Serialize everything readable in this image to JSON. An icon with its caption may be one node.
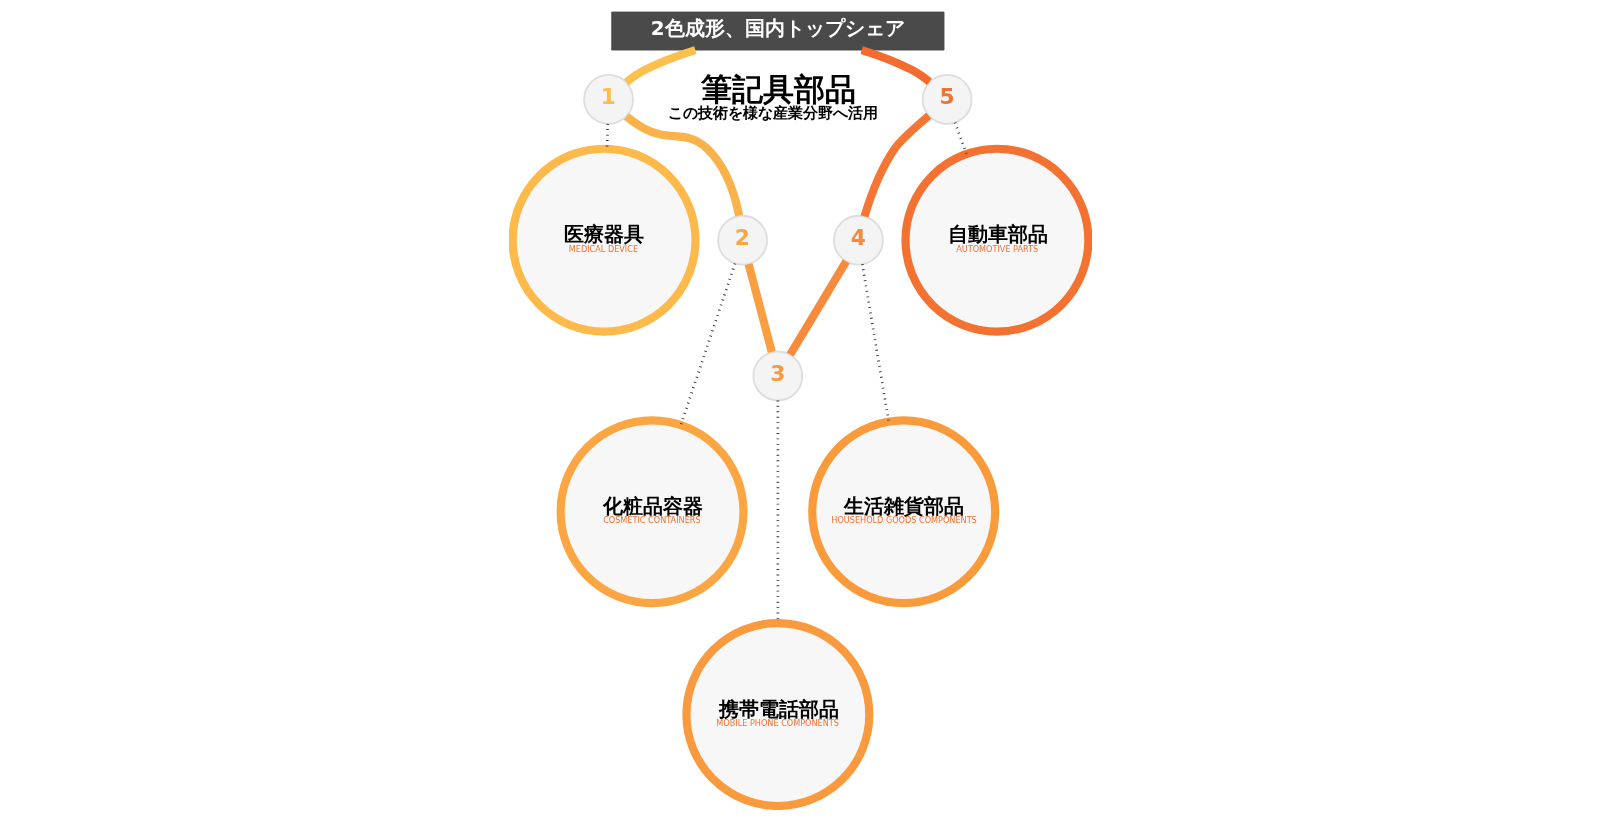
{
  "diagram": {
    "nodes": [
      {
        "text": [
          "2色成形、国内トップシェア"
        ]
      },
      {
        "text": [
          "筆記具部品",
          "この技術を様な産業分野へ活用"
        ]
      },
      {
        "text": [
          "1"
        ]
      },
      {
        "text": [
          "2"
        ]
      },
      {
        "text": [
          "3"
        ]
      },
      {
        "text": [
          "4"
        ]
      },
      {
        "text": [
          "5"
        ]
      },
      {
        "text": [
          "医療器具",
          "MEDICAL DEVICE"
        ]
      },
      {
        "text": [
          "化粧品容器",
          "COSMETIC CONTAINERS"
        ]
      },
      {
        "text": [
          "携帯電話部品",
          "MOBILE PHONE COMPONENTS"
        ]
      },
      {
        "text": [
          "生活雑貨部品",
          "HOUSEHOLD GOODS COMPONENTS"
        ]
      },
      {
        "text": [
          "自動車部品",
          "AUTOMOTIVE PARTS"
        ]
      }
    ],
    "edges": [
      {
        "from": 0,
        "to": 2,
        "arrow": "none",
        "color": "#fcc04f"
      },
      {
        "from": 2,
        "to": 3,
        "arrow": "none",
        "color": "#fbb24a"
      },
      {
        "from": 3,
        "to": 4,
        "arrow": "none",
        "color": "#fa9e42"
      },
      {
        "from": 5,
        "to": 4,
        "arrow": "none",
        "color": "#f88a3b"
      },
      {
        "from": 6,
        "to": 5,
        "arrow": "none",
        "color": "#f57633"
      },
      {
        "from": 0,
        "to": 6,
        "arrow": "none",
        "color": "#f36b2f"
      },
      {
        "from": 2,
        "to": 7,
        "arrow": "none",
        "style": "dashed"
      },
      {
        "from": 3,
        "to": 8,
        "arrow": "none",
        "style": "dashed"
      },
      {
        "from": 4,
        "to": 9,
        "arrow": "none",
        "style": "dashed"
      },
      {
        "from": 5,
        "to": 10,
        "arrow": "none",
        "style": "dashed"
      },
      {
        "from": 6,
        "to": 11,
        "arrow": "none",
        "style": "dashed"
      }
    ]
  }
}
